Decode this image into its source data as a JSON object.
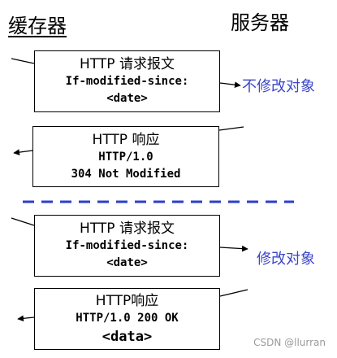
{
  "headers": {
    "cache": "缓存器",
    "server": "服务器"
  },
  "exchanges": [
    {
      "request": {
        "title": "HTTP 请求报文",
        "header_line": "If-modified-since:",
        "value": "<date>"
      },
      "response": {
        "title": "HTTP 响应",
        "status_line": "HTTP/1.0",
        "status": "304 Not Modified"
      },
      "server_note": "不修改对象"
    },
    {
      "request": {
        "title": "HTTP 请求报文",
        "header_line": "If-modified-since:",
        "value": "<date>"
      },
      "response": {
        "title": "HTTP响应",
        "status_line": "HTTP/1.0 200 OK",
        "body": "<data>"
      },
      "server_note": "修改对象"
    }
  ],
  "watermark": "CSDN @llurran",
  "colors": {
    "note": "#3b46c8",
    "divider": "#2b3fc8",
    "line": "#000000"
  }
}
